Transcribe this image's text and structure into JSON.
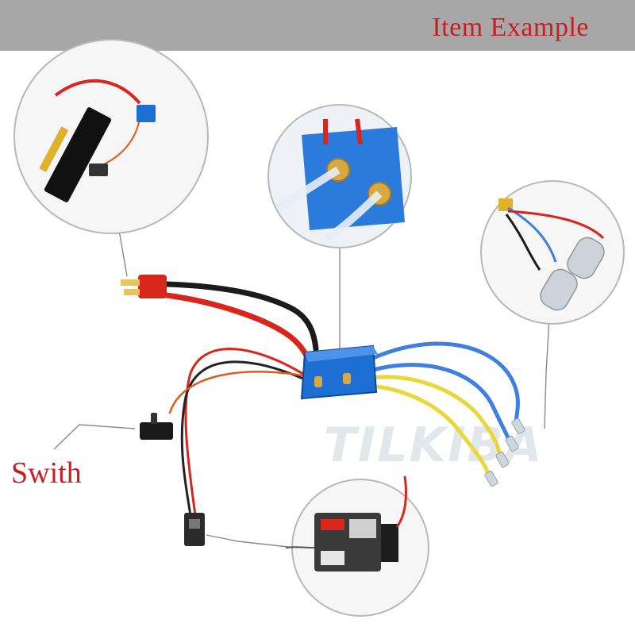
{
  "banner": {
    "title": "Item Example"
  },
  "labels": {
    "switch": "Swith"
  },
  "watermark": {
    "text": "TILKIBA"
  },
  "colors": {
    "banner_bg": "#a7a7a7",
    "label_red": "#c81e23",
    "esc_blue": "#1e6fd4",
    "wire_red": "#d8261d",
    "wire_black": "#1b1b1b",
    "wire_blue": "#3f7fe0",
    "wire_yellow": "#e8d83a"
  }
}
